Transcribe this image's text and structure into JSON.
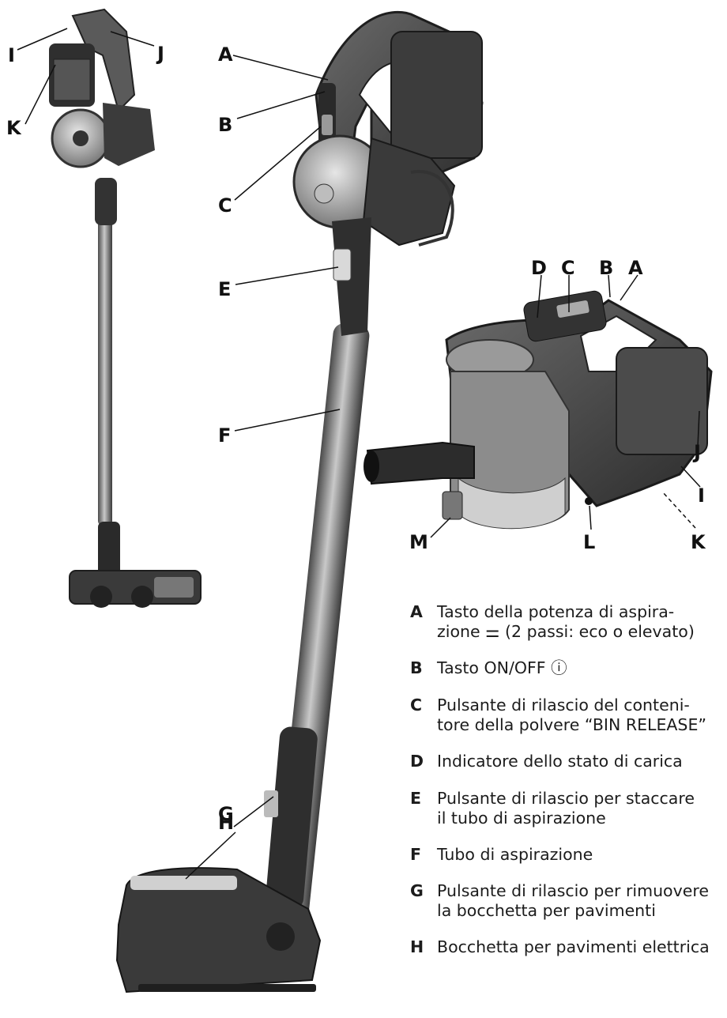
{
  "callouts": {
    "I_small": "I",
    "J_small": "J",
    "K_small": "K",
    "A_main": "A",
    "B_main": "B",
    "C_main": "C",
    "E_main": "E",
    "F_main": "F",
    "G_main": "G",
    "H_main": "H",
    "D_detail": "D",
    "C_detail": "C",
    "B_detail": "B",
    "A_detail": "A",
    "J_detail": "J",
    "I_detail": "I",
    "M_detail": "M",
    "L_detail": "L",
    "K_detail": "K"
  },
  "legend": [
    {
      "letter": "A",
      "text": "Tasto della potenza di aspira-\nzione ⚌ (2 passi: eco o elevato)"
    },
    {
      "letter": "B",
      "text": "Tasto ON/OFF ⓘ"
    },
    {
      "letter": "C",
      "text": "Pulsante di rilascio del conteni-\ntore della polvere “BIN RELEASE”"
    },
    {
      "letter": "D",
      "text": "Indicatore dello stato di carica"
    },
    {
      "letter": "E",
      "text": "Pulsante di rilascio per staccare\nil tubo di aspirazione"
    },
    {
      "letter": "F",
      "text": "Tubo di aspirazione"
    },
    {
      "letter": "G",
      "text": "Pulsante di rilascio per rimuovere\nla bocchetta per pavimenti"
    },
    {
      "letter": "H",
      "text": "Bocchetta per pavimenti elettrica"
    }
  ]
}
